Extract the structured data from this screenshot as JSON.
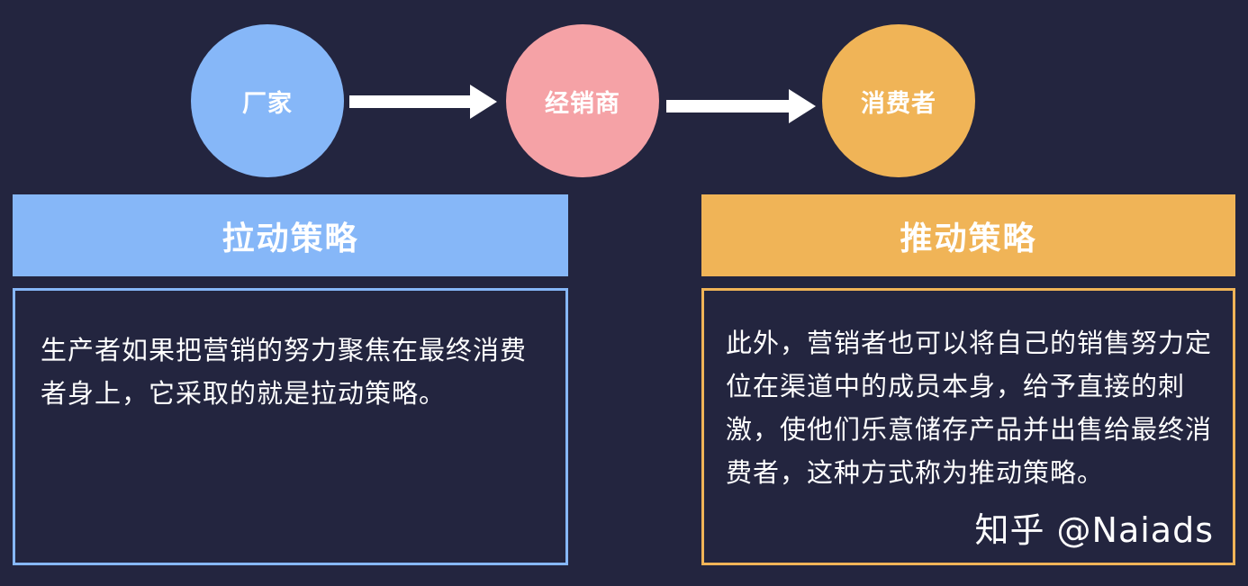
{
  "flow": {
    "nodes": [
      {
        "label": "厂家",
        "color": "#86b7f8"
      },
      {
        "label": "经销商",
        "color": "#f5a2a6"
      },
      {
        "label": "消费者",
        "color": "#f0b457"
      }
    ]
  },
  "pull": {
    "title": "拉动策略",
    "color": "#86b7f8",
    "text": "生产者如果把营销的努力聚焦在最终消费者身上，它采取的就是拉动策略。"
  },
  "push": {
    "title": "推动策略",
    "color": "#f0b457",
    "text": "此外，营销者也可以将自己的销售努力定位在渠道中的成员本身，给予直接的刺激，使他们乐意储存产品并出售给最终消费者，这种方式称为推动策略。"
  },
  "watermark": "知乎 @Naiads"
}
